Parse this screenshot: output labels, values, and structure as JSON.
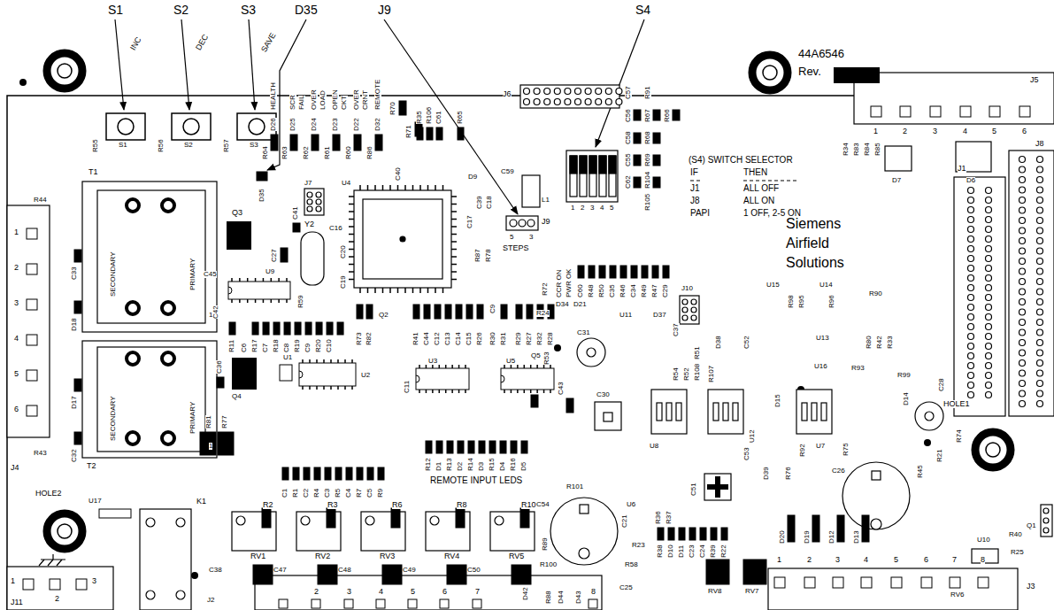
{
  "diagram": {
    "labels": [
      "S1",
      "S2",
      "S3",
      "D35",
      "J9",
      "S4",
      "INC",
      "DEC",
      "SAVE",
      "S1",
      "S2",
      "S3",
      "R55",
      "R56",
      "R57",
      "T1",
      "D35",
      "R64",
      "D26",
      "HEALTH",
      "R63",
      "D25",
      "SCR",
      "FAIL",
      "R62",
      "D24",
      "OVER",
      "LOAD",
      "R61",
      "D23",
      "OPEN",
      "CKT",
      "R60",
      "D22",
      "OVER",
      "CRNT",
      "R86",
      "D32",
      "REMOTE",
      "R70",
      "R71",
      "R35",
      "R106",
      "C61",
      "R65",
      "C40",
      "J7",
      "U4",
      "C41",
      "C16",
      "Y2",
      "C20",
      "C19",
      "Q3",
      "C27",
      "C45",
      "U9",
      "R59",
      "C42",
      "Q4",
      "C36",
      "U1",
      "U2",
      "R73",
      "R82",
      "Q2",
      "R41",
      "C44",
      "C12",
      "C13",
      "C14",
      "C15",
      "R26",
      "C9",
      "R30",
      "R31",
      "R29",
      "R27",
      "R32",
      "R28",
      "R11",
      "C6",
      "R17",
      "C7",
      "R18",
      "C8",
      "R19",
      "C9",
      "R20",
      "C10",
      "C1",
      "R1",
      "C2",
      "R4",
      "C3",
      "R5",
      "C4",
      "R7",
      "C5",
      "R9",
      "R12",
      "D1",
      "R13",
      "D2",
      "R14",
      "D3",
      "R15",
      "D4",
      "R16",
      "D5",
      "REMOTE INPUT LEDS",
      "U17",
      "K1",
      "R2",
      "R3",
      "R6",
      "R8",
      "R10",
      "RV1",
      "RV2",
      "RV3",
      "RV4",
      "RV5",
      "C38",
      "C47",
      "C48",
      "C49",
      "C50",
      "J2",
      "2",
      "3",
      "4",
      "5",
      "6",
      "7",
      "8",
      "1",
      "2",
      "3",
      "J11",
      "HOLE2",
      "J4",
      "1",
      "2",
      "3",
      "4",
      "5",
      "6",
      "R44",
      "C33",
      "D18",
      "D17",
      "C32",
      "R43",
      "T2",
      "SECONDARY",
      "PRIMARY",
      "SECONDARY",
      "PRIMARY",
      "1",
      "1",
      "J6",
      "44A6546",
      "Rev.",
      "J5",
      "J8",
      "J1",
      "1",
      "2",
      "3",
      "4",
      "5",
      "6",
      "(S4) SWITCH SELECTOR",
      "IF",
      "THEN",
      "J1",
      "ALL OFF",
      "J8",
      "ALL ON",
      "PAPI",
      "1 OFF, 2-5 ON",
      "Siemens",
      "Airfield",
      "Solutions",
      "1",
      "2",
      "3",
      "4",
      "5",
      "C57",
      "R91",
      "C56",
      "C58",
      "C55",
      "C62",
      "R67",
      "R68",
      "R69",
      "R104",
      "R105",
      "R66",
      "R34",
      "R83",
      "R84",
      "R85",
      "D7",
      "D6",
      "D9",
      "C59",
      "C39",
      "C18",
      "C17",
      "L1",
      "5",
      "3",
      "J9",
      "STEPS",
      "R87",
      "R78",
      "CCR ON",
      "PWR OK",
      "R72",
      "C60",
      "R48",
      "R50",
      "C35",
      "R46",
      "C34",
      "R49",
      "R47",
      "C29",
      "R24",
      "D34",
      "D21",
      "U11",
      "D37",
      "R53",
      "C31",
      "J10",
      "C37",
      "U15",
      "U14",
      "R98",
      "R95",
      "R96",
      "R90",
      "U13",
      "R80",
      "R42",
      "R33",
      "R93",
      "R99",
      "U16",
      "C52",
      "D38",
      "R107",
      "R54",
      "R52",
      "R108",
      "R51",
      "C28",
      "D14",
      "D15",
      "U8",
      "U12",
      "U7",
      "C30",
      "C43",
      "U3",
      "U5",
      "C11",
      "Q5",
      "C54",
      "C51",
      "C53",
      "D39",
      "R76",
      "R92",
      "C26",
      "R75",
      "R45",
      "R74",
      "R21",
      "HOLE1",
      "R40",
      "U10",
      "R25",
      "RV6",
      "Q1",
      "J3",
      "1",
      "2",
      "3",
      "4",
      "5",
      "6",
      "7",
      "8",
      "D20",
      "D19",
      "D12",
      "D13",
      "U6",
      "C21",
      "R36",
      "R37",
      "R38",
      "D10",
      "D11",
      "C23",
      "C24",
      "R39",
      "R22",
      "R23",
      "C25",
      "RV8",
      "RV7",
      "R101",
      "R58",
      "R89",
      "R100",
      "D42",
      "R88",
      "D44",
      "D43",
      "R81",
      "R77"
    ]
  }
}
